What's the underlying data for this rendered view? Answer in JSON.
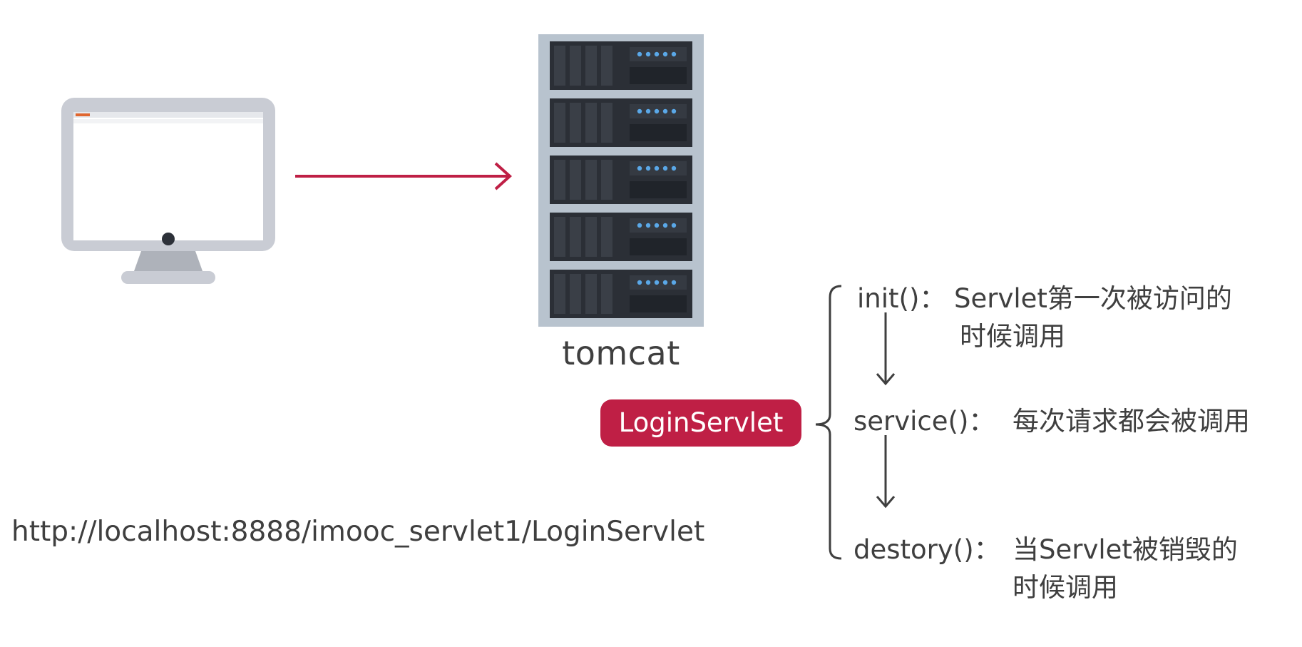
{
  "server": {
    "label": "tomcat"
  },
  "servlet": {
    "name": "LoginServlet"
  },
  "url": "http://localhost:8888/imooc_servlet1/LoginServlet",
  "lifecycle": [
    {
      "method": "init()",
      "separator": "：",
      "desc_line1": "Servlet第一次被访问的",
      "desc_line2": "时候调用"
    },
    {
      "method": "service()",
      "separator": "：",
      "desc_line1": "每次请求都会被调用"
    },
    {
      "method": "destory()",
      "separator": "：",
      "desc_line1": "当Servlet被销毁的",
      "desc_line2": "时候调用"
    }
  ],
  "colors": {
    "accent": "#bf1f45",
    "text": "#3f3f3f",
    "monitor": "#c9ccd4",
    "rack_frame": "#b8c3ce",
    "rack_unit": "#2b2f36",
    "rack_led": "#5aa8e8"
  }
}
